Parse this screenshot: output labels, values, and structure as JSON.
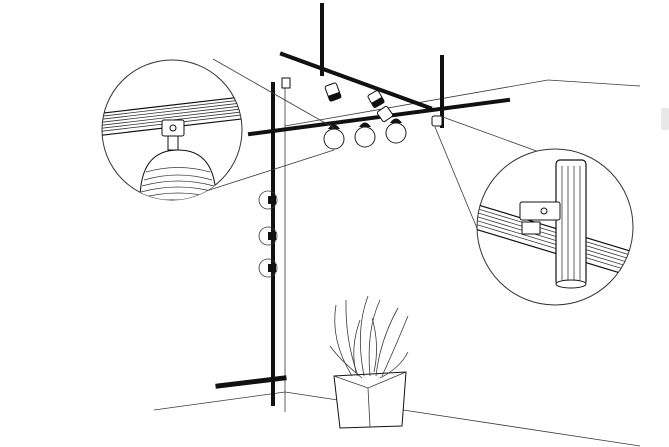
{
  "diagram": {
    "kind": "line-illustration",
    "colors": {
      "ink": "#111111",
      "line": "#3a3a3a",
      "background": "#ffffff",
      "lamp_shade": "#ffffff"
    },
    "elements": {
      "track_system": "black-modular-track-rods",
      "lights": [
        "spotlight",
        "spotlight",
        "globe-pendant",
        "globe-pendant",
        "globe-pendant"
      ],
      "wall_spots": [
        "wall-spot",
        "wall-spot",
        "wall-spot"
      ],
      "plant": "potted-aloe",
      "details": [
        "connector-detail-left",
        "connector-detail-right"
      ]
    }
  }
}
